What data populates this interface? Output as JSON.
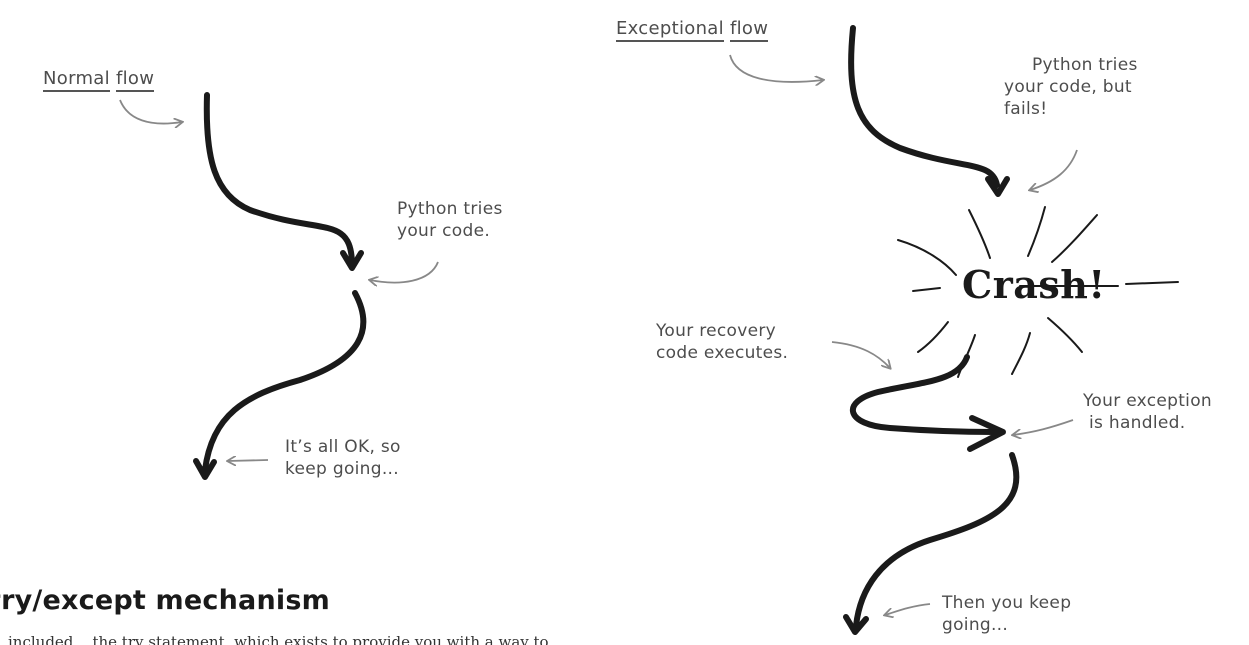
{
  "normal_flow": {
    "title_word1": "Normal",
    "title_word2": "flow",
    "note_try": [
      "Python tries",
      "your code."
    ],
    "note_ok": [
      "It’s all OK, so",
      "keep going..."
    ]
  },
  "exceptional_flow": {
    "title_word1": "Exceptional",
    "title_word2": "flow",
    "note_fails": [
      "Python tries",
      "your code, but",
      "fails!"
    ],
    "crash_label": "Crash!",
    "note_recovery": [
      "Your recovery",
      "code executes."
    ],
    "note_handled": [
      "Your exception",
      "is handled."
    ],
    "note_continue": [
      "Then you keep",
      "going..."
    ]
  },
  "section_heading": "try/except mechanism",
  "cut_off_text": "included... the try statement, which exists to provide you with a way to",
  "colors": {
    "ink": "#1a1a1a",
    "note_ink": "#4d4d4d",
    "arrow_ink": "#888888"
  }
}
